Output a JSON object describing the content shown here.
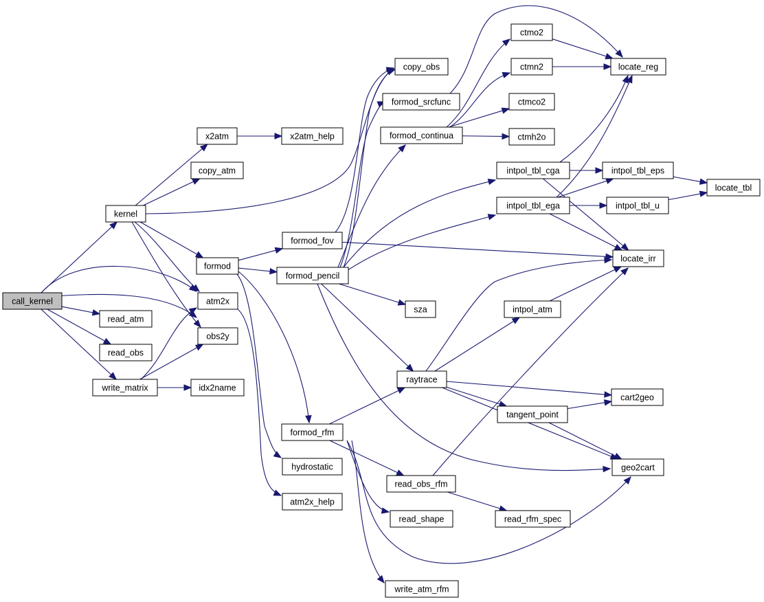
{
  "diagram": {
    "root": "call_kernel",
    "colors": {
      "edge": "#191970",
      "root_fill": "#bfbfbf",
      "node_fill": "#ffffff",
      "node_border": "#000000"
    },
    "nodes": [
      {
        "id": "call_kernel",
        "label": "call_kernel",
        "root": true
      },
      {
        "id": "kernel",
        "label": "kernel"
      },
      {
        "id": "read_atm",
        "label": "read_atm"
      },
      {
        "id": "read_obs",
        "label": "read_obs"
      },
      {
        "id": "write_matrix",
        "label": "write_matrix"
      },
      {
        "id": "atm2x",
        "label": "atm2x"
      },
      {
        "id": "obs2y",
        "label": "obs2y"
      },
      {
        "id": "idx2name",
        "label": "idx2name"
      },
      {
        "id": "x2atm",
        "label": "x2atm"
      },
      {
        "id": "x2atm_help",
        "label": "x2atm_help"
      },
      {
        "id": "copy_atm",
        "label": "copy_atm"
      },
      {
        "id": "formod",
        "label": "formod"
      },
      {
        "id": "copy_obs",
        "label": "copy_obs"
      },
      {
        "id": "formod_fov",
        "label": "formod_fov"
      },
      {
        "id": "formod_pencil",
        "label": "formod_pencil"
      },
      {
        "id": "formod_srcfunc",
        "label": "formod_srcfunc"
      },
      {
        "id": "formod_continua",
        "label": "formod_continua"
      },
      {
        "id": "formod_rfm",
        "label": "formod_rfm"
      },
      {
        "id": "hydrostatic",
        "label": "hydrostatic"
      },
      {
        "id": "atm2x_help",
        "label": "atm2x_help"
      },
      {
        "id": "ctmo2",
        "label": "ctmo2"
      },
      {
        "id": "ctmn2",
        "label": "ctmn2"
      },
      {
        "id": "ctmco2",
        "label": "ctmco2"
      },
      {
        "id": "ctmh2o",
        "label": "ctmh2o"
      },
      {
        "id": "locate_reg",
        "label": "locate_reg"
      },
      {
        "id": "intpol_tbl_cga",
        "label": "intpol_tbl_cga"
      },
      {
        "id": "intpol_tbl_ega",
        "label": "intpol_tbl_ega"
      },
      {
        "id": "intpol_tbl_eps",
        "label": "intpol_tbl_eps"
      },
      {
        "id": "intpol_tbl_u",
        "label": "intpol_tbl_u"
      },
      {
        "id": "locate_tbl",
        "label": "locate_tbl"
      },
      {
        "id": "locate_irr",
        "label": "locate_irr"
      },
      {
        "id": "sza",
        "label": "sza"
      },
      {
        "id": "intpol_atm",
        "label": "intpol_atm"
      },
      {
        "id": "raytrace",
        "label": "raytrace"
      },
      {
        "id": "cart2geo",
        "label": "cart2geo"
      },
      {
        "id": "tangent_point",
        "label": "tangent_point"
      },
      {
        "id": "geo2cart",
        "label": "geo2cart"
      },
      {
        "id": "read_obs_rfm",
        "label": "read_obs_rfm"
      },
      {
        "id": "read_shape",
        "label": "read_shape"
      },
      {
        "id": "read_rfm_spec",
        "label": "read_rfm_spec"
      },
      {
        "id": "write_atm_rfm",
        "label": "write_atm_rfm"
      }
    ],
    "edges": [
      [
        "call_kernel",
        "kernel"
      ],
      [
        "call_kernel",
        "atm2x"
      ],
      [
        "call_kernel",
        "obs2y"
      ],
      [
        "call_kernel",
        "read_atm"
      ],
      [
        "call_kernel",
        "read_obs"
      ],
      [
        "call_kernel",
        "write_matrix"
      ],
      [
        "kernel",
        "x2atm"
      ],
      [
        "kernel",
        "copy_atm"
      ],
      [
        "kernel",
        "copy_obs"
      ],
      [
        "kernel",
        "formod"
      ],
      [
        "kernel",
        "atm2x"
      ],
      [
        "kernel",
        "obs2y"
      ],
      [
        "x2atm",
        "x2atm_help"
      ],
      [
        "write_matrix",
        "idx2name"
      ],
      [
        "write_matrix",
        "atm2x"
      ],
      [
        "write_matrix",
        "obs2y"
      ],
      [
        "formod",
        "formod_fov"
      ],
      [
        "formod",
        "formod_pencil"
      ],
      [
        "formod",
        "formod_rfm"
      ],
      [
        "formod",
        "hydrostatic"
      ],
      [
        "atm2x",
        "atm2x_help"
      ],
      [
        "formod_fov",
        "copy_obs"
      ],
      [
        "formod_fov",
        "locate_irr"
      ],
      [
        "formod_pencil",
        "copy_obs"
      ],
      [
        "formod_pencil",
        "formod_srcfunc"
      ],
      [
        "formod_pencil",
        "formod_continua"
      ],
      [
        "formod_pencil",
        "intpol_tbl_cga"
      ],
      [
        "formod_pencil",
        "intpol_tbl_ega"
      ],
      [
        "formod_pencil",
        "sza"
      ],
      [
        "formod_pencil",
        "raytrace"
      ],
      [
        "formod_pencil",
        "geo2cart"
      ],
      [
        "formod_srcfunc",
        "locate_reg"
      ],
      [
        "formod_continua",
        "ctmo2"
      ],
      [
        "formod_continua",
        "ctmn2"
      ],
      [
        "formod_continua",
        "ctmco2"
      ],
      [
        "formod_continua",
        "ctmh2o"
      ],
      [
        "ctmo2",
        "locate_reg"
      ],
      [
        "ctmn2",
        "locate_reg"
      ],
      [
        "intpol_tbl_cga",
        "intpol_tbl_eps"
      ],
      [
        "intpol_tbl_cga",
        "locate_reg"
      ],
      [
        "intpol_tbl_cga",
        "locate_irr"
      ],
      [
        "intpol_tbl_ega",
        "intpol_tbl_eps"
      ],
      [
        "intpol_tbl_ega",
        "intpol_tbl_u"
      ],
      [
        "intpol_tbl_ega",
        "locate_reg"
      ],
      [
        "intpol_tbl_ega",
        "locate_irr"
      ],
      [
        "intpol_tbl_eps",
        "locate_tbl"
      ],
      [
        "intpol_tbl_u",
        "locate_tbl"
      ],
      [
        "raytrace",
        "intpol_atm"
      ],
      [
        "raytrace",
        "locate_irr"
      ],
      [
        "raytrace",
        "cart2geo"
      ],
      [
        "raytrace",
        "tangent_point"
      ],
      [
        "raytrace",
        "geo2cart"
      ],
      [
        "intpol_atm",
        "locate_irr"
      ],
      [
        "tangent_point",
        "cart2geo"
      ],
      [
        "tangent_point",
        "geo2cart"
      ],
      [
        "formod_rfm",
        "raytrace"
      ],
      [
        "formod_rfm",
        "read_obs_rfm"
      ],
      [
        "formod_rfm",
        "read_shape"
      ],
      [
        "formod_rfm",
        "write_atm_rfm"
      ],
      [
        "formod_rfm",
        "geo2cart"
      ],
      [
        "read_obs_rfm",
        "read_rfm_spec"
      ],
      [
        "read_obs_rfm",
        "locate_irr"
      ]
    ]
  }
}
